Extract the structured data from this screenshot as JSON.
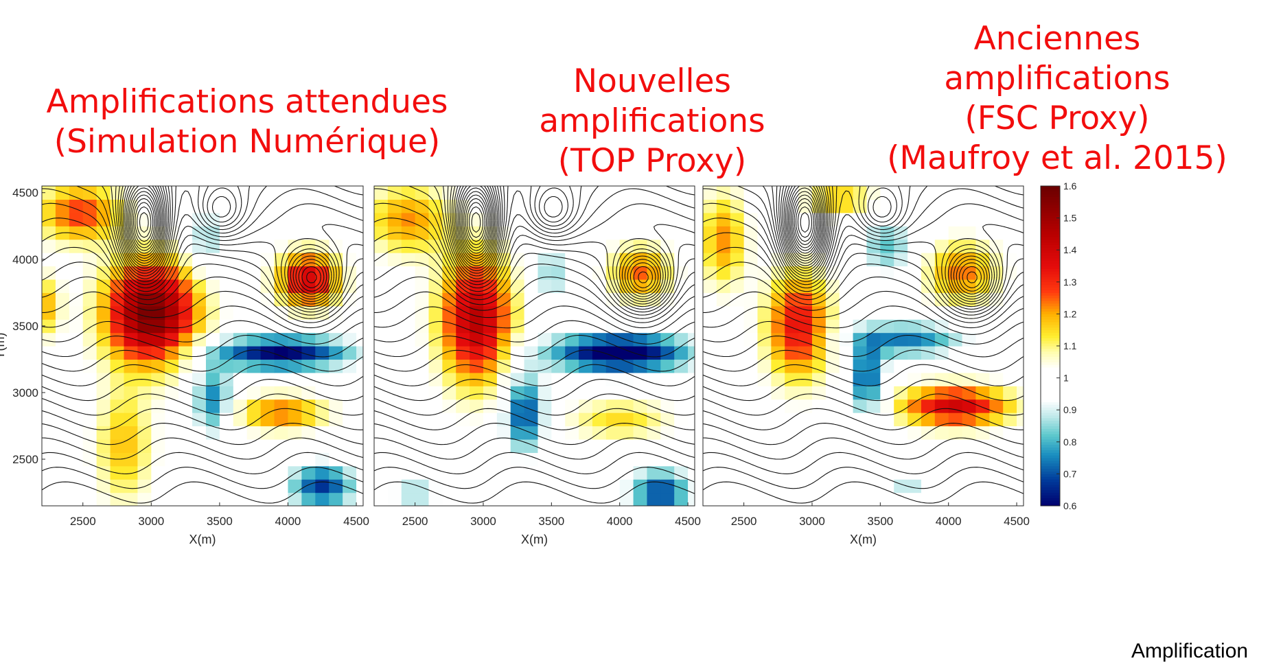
{
  "titles": [
    {
      "lines": [
        "Amplifications attendues",
        "(Simulation Numérique)"
      ]
    },
    {
      "lines": [
        "Nouvelles",
        "amplifications",
        "(TOP Proxy)"
      ]
    },
    {
      "lines": [
        "Anciennes",
        "amplifications",
        "(FSC Proxy)",
        "(Maufroy et al. 2015)"
      ]
    }
  ],
  "caption": "Amplification",
  "chart_data": {
    "type": "heatmap",
    "xlabel": "X(m)",
    "ylabel": "Y(m)",
    "xlim": [
      2200,
      4550
    ],
    "ylim": [
      2150,
      4550
    ],
    "xticks": [
      2500,
      3000,
      3500,
      4000,
      4500
    ],
    "yticks": [
      2500,
      3000,
      3500,
      4000,
      4500
    ],
    "contours": true,
    "colorbar": {
      "range": [
        0.6,
        1.6
      ],
      "ticks": [
        "0.6",
        "0.7",
        "0.8",
        "0.9",
        "1",
        "1.1",
        "1.2",
        "1.3",
        "1.4",
        "1.5",
        "1.6"
      ],
      "stops": [
        [
          0.6,
          "#00006e"
        ],
        [
          0.68,
          "#003a9a"
        ],
        [
          0.76,
          "#1a8fc0"
        ],
        [
          0.82,
          "#5cc8cc"
        ],
        [
          0.88,
          "#bfe9ea"
        ],
        [
          0.93,
          "#ffffff"
        ],
        [
          1.03,
          "#ffffff"
        ],
        [
          1.08,
          "#fffdb0"
        ],
        [
          1.13,
          "#ffee30"
        ],
        [
          1.2,
          "#ffb000"
        ],
        [
          1.27,
          "#ff3a10"
        ],
        [
          1.35,
          "#e40b0b"
        ],
        [
          1.45,
          "#b80000"
        ],
        [
          1.6,
          "#6a0000"
        ]
      ]
    },
    "panels": [
      {
        "features": [
          {
            "x": 3000,
            "y": 3600,
            "sx": 330,
            "sy": 380,
            "a": 0.58
          },
          {
            "x": 2800,
            "y": 2600,
            "sx": 200,
            "sy": 420,
            "a": 0.18
          },
          {
            "x": 2480,
            "y": 4350,
            "sx": 300,
            "sy": 220,
            "a": 0.28
          },
          {
            "x": 4150,
            "y": 3850,
            "sx": 220,
            "sy": 200,
            "a": 0.4
          },
          {
            "x": 3950,
            "y": 2850,
            "sx": 320,
            "sy": 130,
            "a": 0.25
          },
          {
            "x": 3950,
            "y": 3300,
            "sx": 520,
            "sy": 130,
            "a": -0.4
          },
          {
            "x": 3450,
            "y": 2950,
            "sx": 140,
            "sy": 260,
            "a": -0.26
          },
          {
            "x": 4250,
            "y": 2300,
            "sx": 240,
            "sy": 170,
            "a": -0.33
          },
          {
            "x": 3400,
            "y": 4150,
            "sx": 130,
            "sy": 250,
            "a": -0.16
          },
          {
            "x": 2250,
            "y": 3650,
            "sx": 90,
            "sy": 220,
            "a": 0.18
          }
        ]
      },
      {
        "features": [
          {
            "x": 2950,
            "y": 3550,
            "sx": 260,
            "sy": 480,
            "a": 0.45
          },
          {
            "x": 2450,
            "y": 4300,
            "sx": 300,
            "sy": 260,
            "a": 0.22
          },
          {
            "x": 4150,
            "y": 3900,
            "sx": 220,
            "sy": 200,
            "a": 0.25
          },
          {
            "x": 4000,
            "y": 2800,
            "sx": 360,
            "sy": 150,
            "a": 0.15
          },
          {
            "x": 4000,
            "y": 3300,
            "sx": 520,
            "sy": 150,
            "a": -0.45
          },
          {
            "x": 3300,
            "y": 2850,
            "sx": 150,
            "sy": 300,
            "a": -0.32
          },
          {
            "x": 4300,
            "y": 2250,
            "sx": 220,
            "sy": 180,
            "a": -0.32
          },
          {
            "x": 3500,
            "y": 3900,
            "sx": 150,
            "sy": 250,
            "a": -0.15
          },
          {
            "x": 2500,
            "y": 2250,
            "sx": 200,
            "sy": 120,
            "a": -0.15
          }
        ]
      },
      {
        "features": [
          {
            "x": 2900,
            "y": 3500,
            "sx": 230,
            "sy": 400,
            "a": 0.35
          },
          {
            "x": 4050,
            "y": 2900,
            "sx": 400,
            "sy": 150,
            "a": 0.4
          },
          {
            "x": 2350,
            "y": 4150,
            "sx": 160,
            "sy": 350,
            "a": 0.22
          },
          {
            "x": 4100,
            "y": 3900,
            "sx": 260,
            "sy": 230,
            "a": 0.24
          },
          {
            "x": 3700,
            "y": 3400,
            "sx": 420,
            "sy": 130,
            "a": -0.26
          },
          {
            "x": 3400,
            "y": 3100,
            "sx": 130,
            "sy": 280,
            "a": -0.3
          },
          {
            "x": 3550,
            "y": 4100,
            "sx": 200,
            "sy": 220,
            "a": -0.18
          },
          {
            "x": 3700,
            "y": 2300,
            "sx": 200,
            "sy": 110,
            "a": -0.12
          },
          {
            "x": 3200,
            "y": 4450,
            "sx": 250,
            "sy": 120,
            "a": 0.18
          }
        ]
      }
    ]
  }
}
